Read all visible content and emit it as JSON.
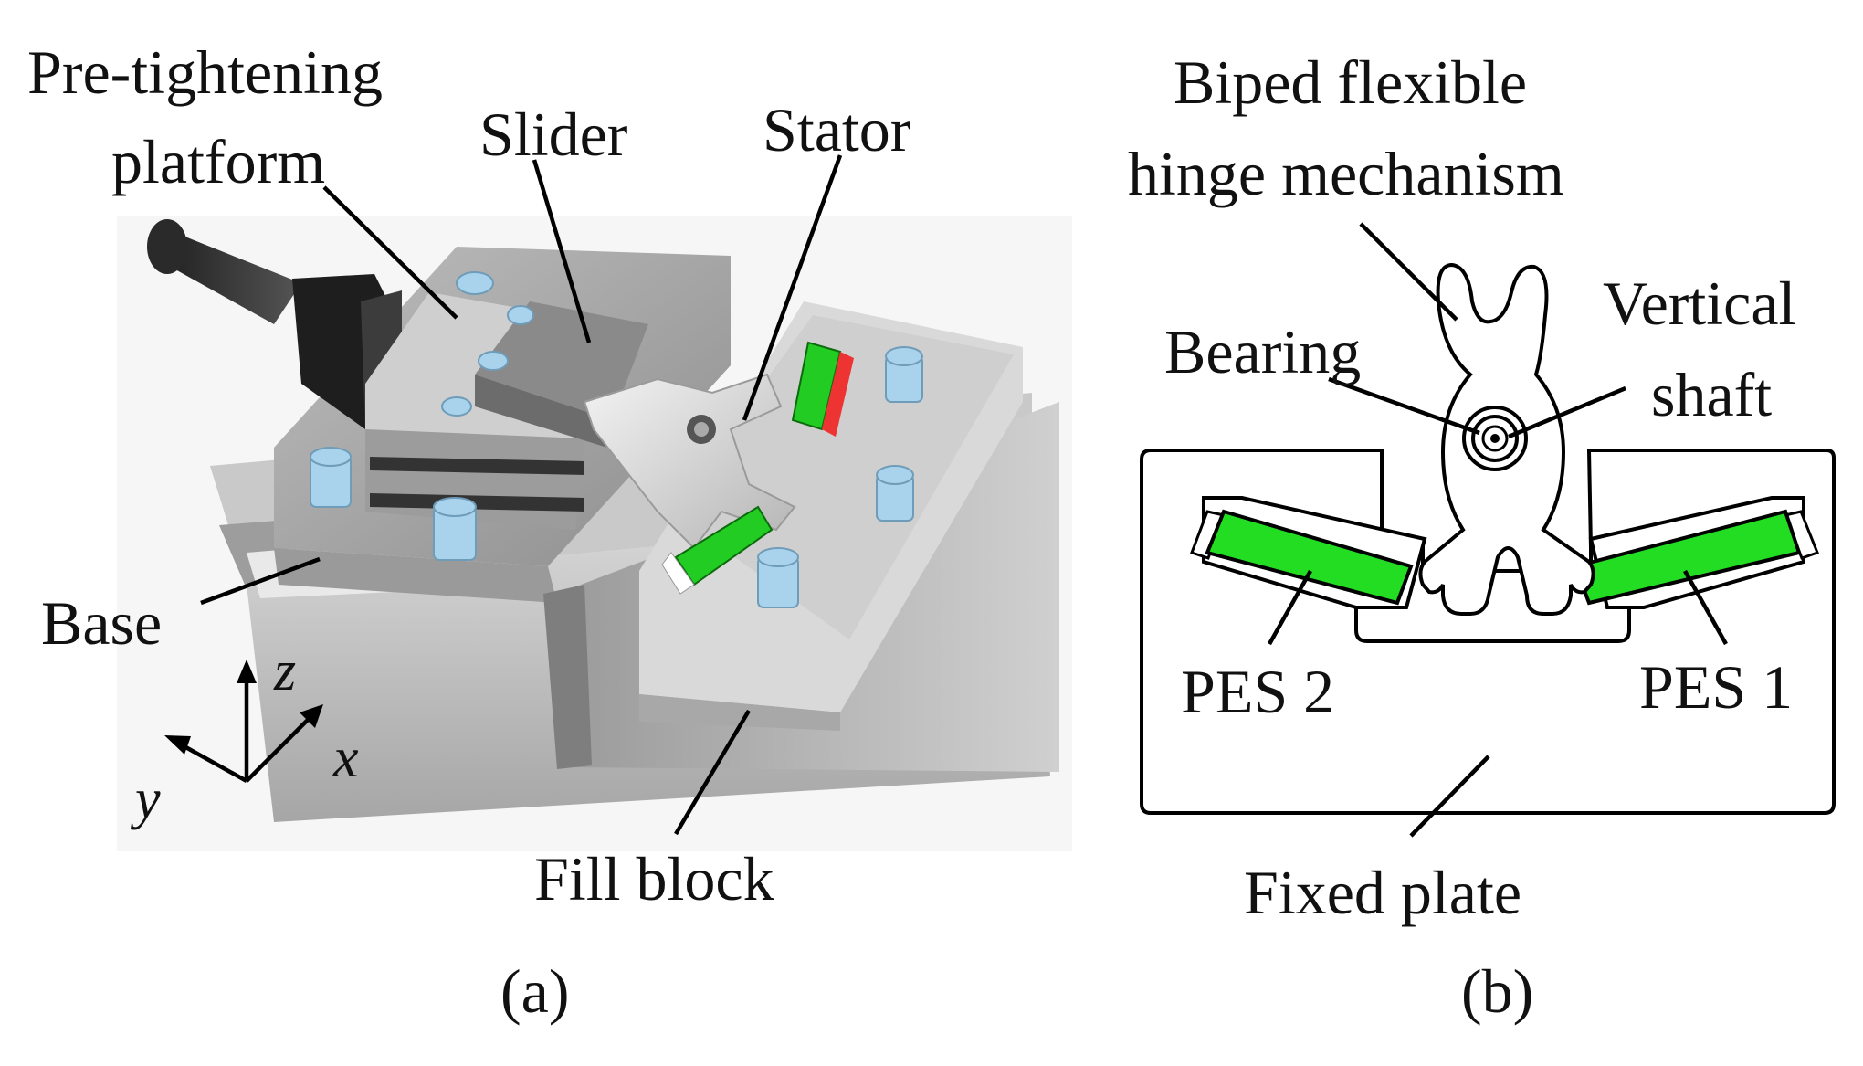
{
  "panel_a": {
    "labels": {
      "pretightening_line1": "Pre-tightening",
      "pretightening_line2": "platform",
      "slider": "Slider",
      "stator": "Stator",
      "base": "Base",
      "fill_block": "Fill block"
    },
    "axes": {
      "z": "z",
      "x": "x",
      "y": "y"
    },
    "caption": "(a)"
  },
  "panel_b": {
    "labels": {
      "biped_line1": "Biped flexible",
      "biped_line2": "hinge mechanism",
      "bearing": "Bearing",
      "vertical_line1": "Vertical",
      "vertical_line2": "shaft",
      "pes2": "PES 2",
      "pes1": "PES 1",
      "fixed_plate": "Fixed plate"
    },
    "caption": "(b)"
  },
  "colors": {
    "piezo_green": "#22dd22",
    "metal_gray": "#b9b9b9",
    "bolt_blue": "#a9d3ec"
  }
}
